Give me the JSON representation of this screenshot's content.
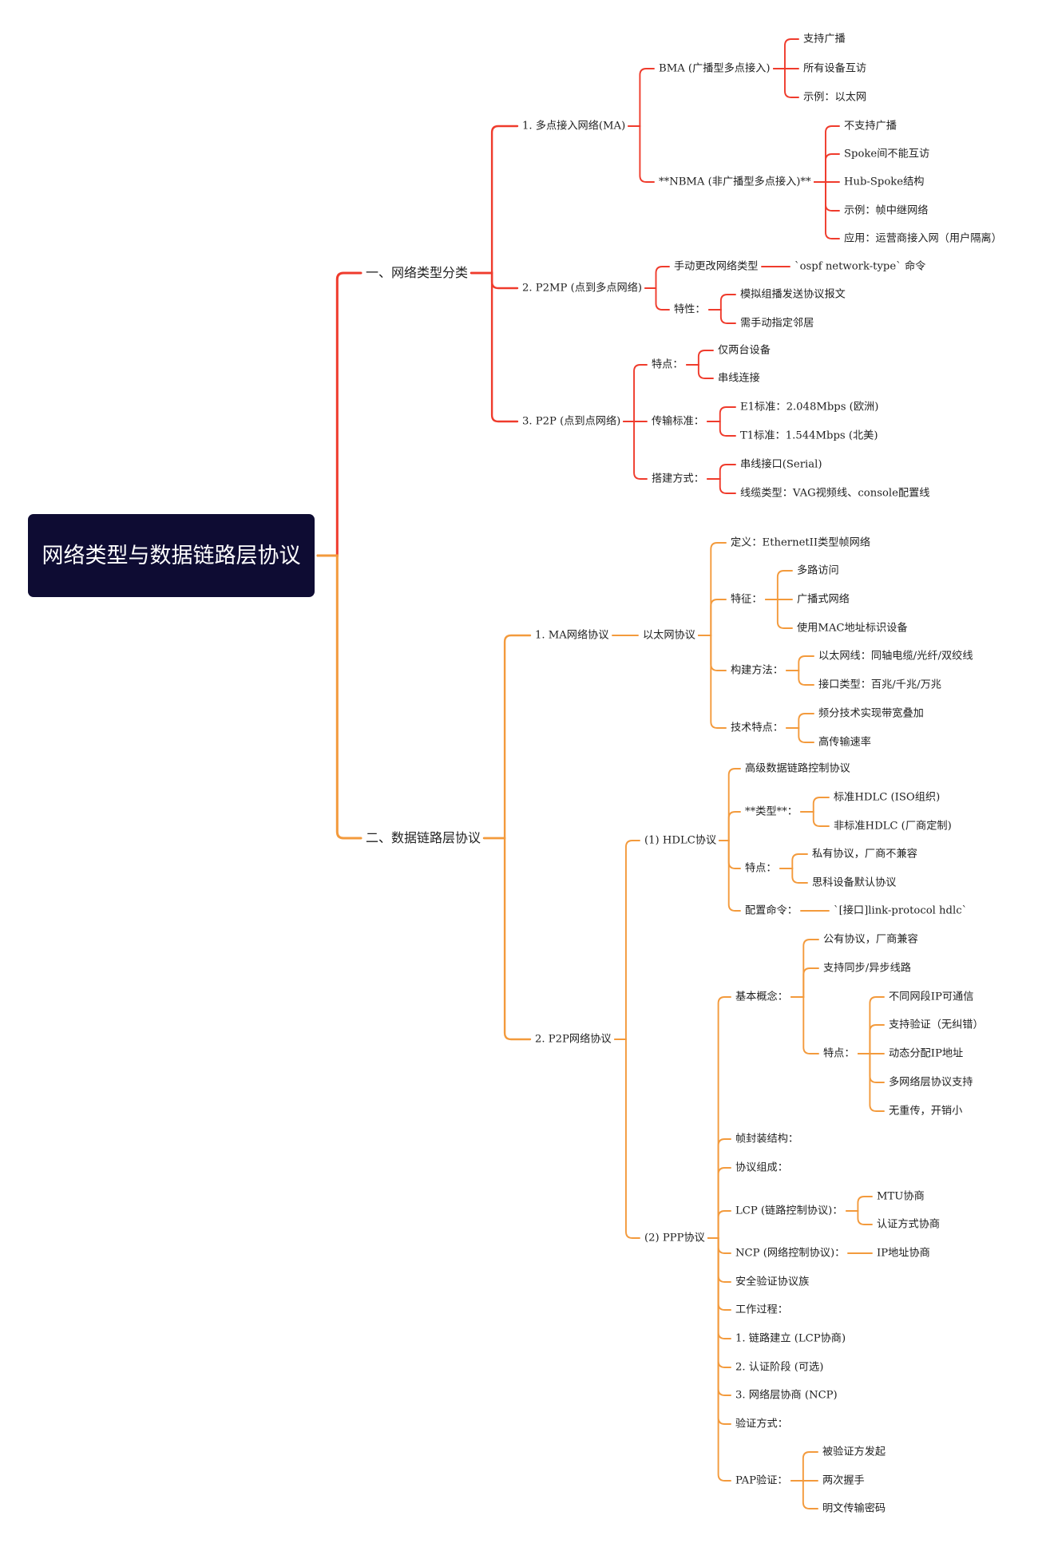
{
  "root": {
    "title": "网络类型与数据链路层协议"
  },
  "colors": {
    "red_branch": "#ef3b2c",
    "orange_branch": "#f39a3c",
    "root_bg": "#0e0c33"
  },
  "mindmap": {
    "sec1": {
      "label": "一、网络类型分类",
      "ma": {
        "label": "1. 多点接入网络(MA)",
        "bma": {
          "label": "BMA (广播型多点接入)",
          "items": [
            "支持广播",
            "所有设备互访",
            "示例：以太网"
          ]
        },
        "nbma": {
          "label": "**NBMA (非广播型多点接入)**",
          "items": [
            "不支持广播",
            "Spoke间不能互访",
            "Hub-Spoke结构",
            "示例：帧中继网络",
            "应用：运营商接入网（用户隔离）"
          ]
        }
      },
      "p2mp": {
        "label": "2. P2MP (点到多点网络)",
        "manual": {
          "label": "手动更改网络类型",
          "cmd": "`ospf network-type` 命令"
        },
        "features": {
          "label": "特性：",
          "items": [
            "模拟组播发送协议报文",
            "需手动指定邻居"
          ]
        }
      },
      "p2p": {
        "label": "3. P2P (点到点网络)",
        "features": {
          "label": "特点：",
          "items": [
            "仅两台设备",
            "串线连接"
          ]
        },
        "standards": {
          "label": "传输标准：",
          "items": [
            "E1标准：2.048Mbps (欧洲)",
            "T1标准：1.544Mbps (北美)"
          ]
        },
        "build": {
          "label": "搭建方式：",
          "items": [
            "串线接口(Serial)",
            "线缆类型：VAG视频线、console配置线"
          ]
        }
      }
    },
    "sec2": {
      "label": "二、数据链路层协议",
      "ma": {
        "label": "1. MA网络协议",
        "eth": {
          "label": "以太网协议",
          "definition": "定义：EthernetII类型帧网络",
          "features": {
            "label": "特征：",
            "items": [
              "多路访问",
              "广播式网络",
              "使用MAC地址标识设备"
            ]
          },
          "build": {
            "label": "构建方法：",
            "items": [
              "以太网线：同轴电缆/光纤/双绞线",
              "接口类型：百兆/千兆/万兆"
            ]
          },
          "tech": {
            "label": "技术特点：",
            "items": [
              "频分技术实现带宽叠加",
              "高传输速率"
            ]
          }
        }
      },
      "p2p": {
        "label": "2. P2P网络协议",
        "hdlc": {
          "label": "(1) HDLC协议",
          "name": "高级数据链路控制协议",
          "types": {
            "label": "**类型**：",
            "items": [
              "标准HDLC (ISO组织)",
              "非标准HDLC (厂商定制)"
            ]
          },
          "features": {
            "label": "特点：",
            "items": [
              "私有协议，厂商不兼容",
              "思科设备默认协议"
            ]
          },
          "config": {
            "label": "配置命令：",
            "cmd": "`[接口]link-protocol hdlc`"
          }
        },
        "ppp": {
          "label": "(2) PPP协议",
          "basic": {
            "label": "基本概念：",
            "items": [
              "公有协议，厂商兼容",
              "支持同步/异步线路"
            ],
            "features": {
              "label": "特点：",
              "items": [
                "不同网段IP可通信",
                "支持验证（无纠错）",
                "动态分配IP地址",
                "多网络层协议支持",
                "无重传，开销小"
              ]
            }
          },
          "frame": "帧封装结构：",
          "composition": "协议组成：",
          "lcp": {
            "label": "LCP (链路控制协议)：",
            "items": [
              "MTU协商",
              "认证方式协商"
            ]
          },
          "ncp": {
            "label": "NCP (网络控制协议)：",
            "item": "IP地址协商"
          },
          "security": "安全验证协议族",
          "process": "工作过程：",
          "step1": "1. 链路建立 (LCP协商)",
          "step2": "2. 认证阶段 (可选)",
          "step3": "3. 网络层协商 (NCP)",
          "verify": "验证方式：",
          "pap": {
            "label": "PAP验证：",
            "items": [
              "被验证方发起",
              "两次握手",
              "明文传输密码"
            ]
          }
        }
      }
    }
  }
}
